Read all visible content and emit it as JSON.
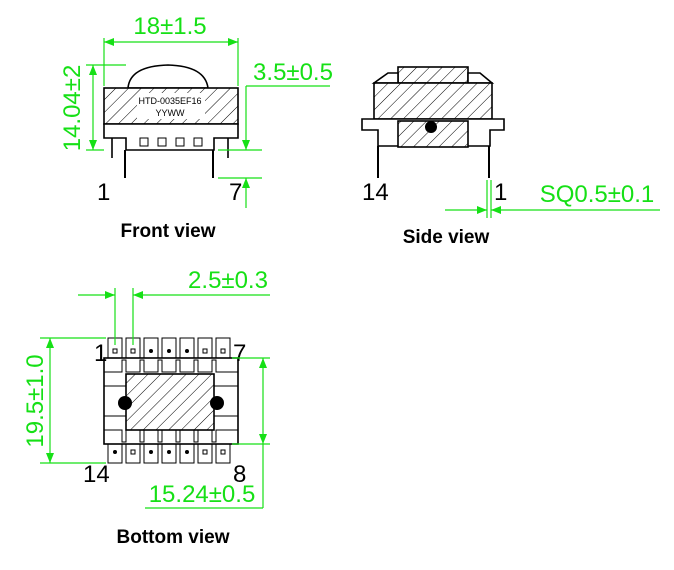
{
  "front_view": {
    "caption": "Front view",
    "width_dim": "18±1.5",
    "height_dim": "14.04±2",
    "pin_len_dim": "3.5±0.5",
    "marking_line1": "HTD-0035EF16",
    "marking_line2": "YYWW",
    "pin_left": "1",
    "pin_right": "7"
  },
  "side_view": {
    "caption": "Side view",
    "pin_left": "14",
    "pin_right": "1",
    "pin_size_dim": "SQ0.5±0.1"
  },
  "bottom_view": {
    "caption": "Bottom view",
    "pitch_dim": "2.5±0.3",
    "row_spacing_dim": "19.5±1.0",
    "span_dim": "15.24±0.5",
    "pin_top_left": "1",
    "pin_top_right": "7",
    "pin_bottom_left": "14",
    "pin_bottom_right": "8"
  },
  "colors": {
    "dimension": "#16e016",
    "outline": "#000000"
  }
}
